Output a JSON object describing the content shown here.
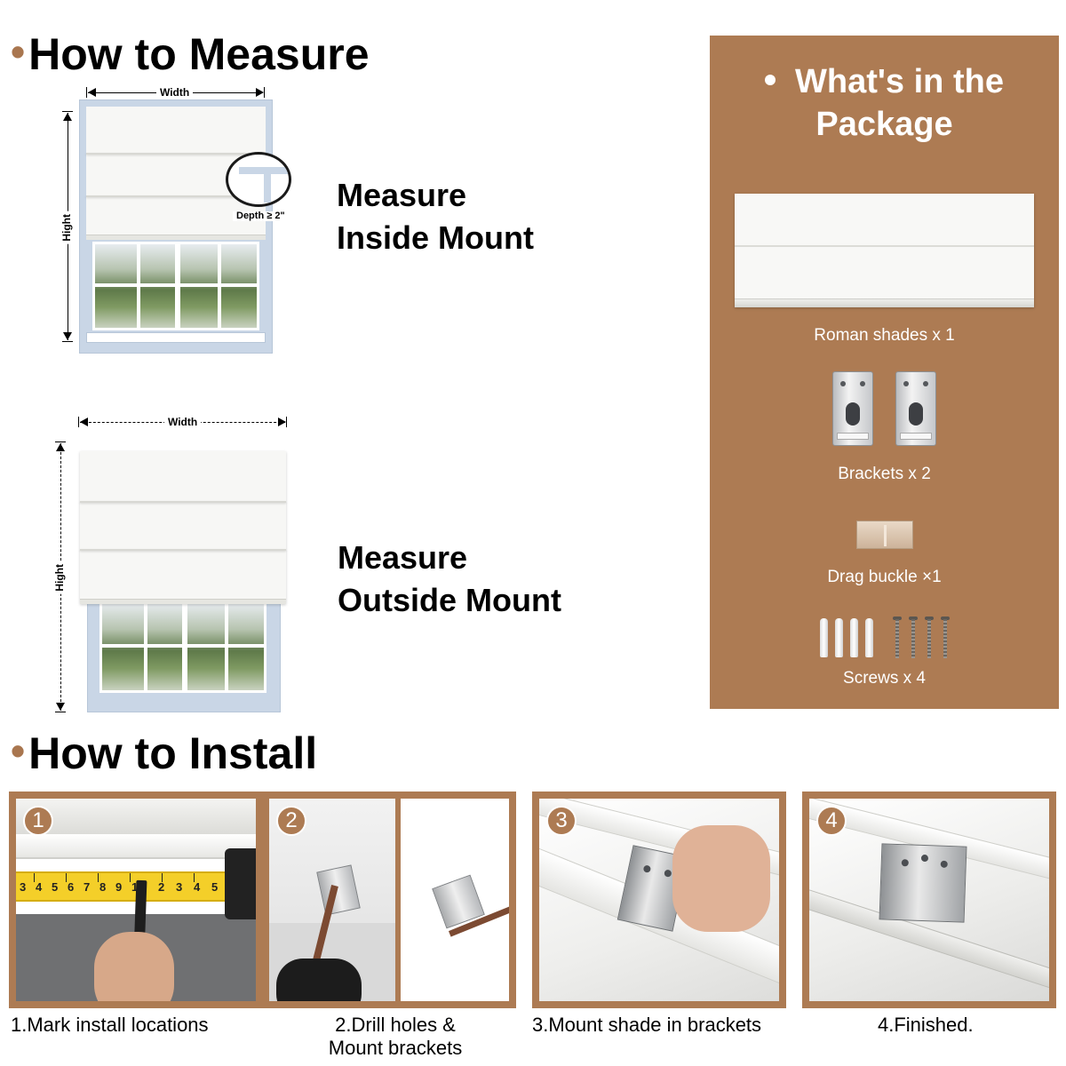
{
  "measure": {
    "title": "How to Measure",
    "inside": {
      "width_label": "Width",
      "height_label": "Hight",
      "depth_label": "Depth ≥ 2\"",
      "heading_line1": "Measure",
      "heading_line2": "Inside Mount"
    },
    "outside": {
      "width_label": "Width",
      "height_label": "Hight",
      "heading_line1": "Measure",
      "heading_line2": "Outside Mount"
    }
  },
  "package": {
    "title_line1": "What's in the",
    "title_line2": "Package",
    "items": [
      {
        "label": "Roman shades x 1",
        "icon": "roman-shade-icon"
      },
      {
        "label": "Brackets x 2",
        "icon": "bracket-icon"
      },
      {
        "label": "Drag buckle ×1",
        "icon": "drag-buckle-icon"
      },
      {
        "label": "Screws x 4",
        "icon": "screws-icon"
      }
    ]
  },
  "install": {
    "title": "How to Install",
    "steps": [
      {
        "num": "1",
        "caption": "1.Mark install locations"
      },
      {
        "num": "2",
        "caption_line1": "2.Drill holes &",
        "caption_line2": "Mount brackets"
      },
      {
        "num": "3",
        "caption": "3.Mount shade in brackets"
      },
      {
        "num": "4",
        "caption": "4.Finished."
      }
    ],
    "tape_numbers": [
      "3",
      "4",
      "5",
      "6",
      "7",
      "8",
      "9",
      "1",
      "2",
      "3",
      "4",
      "5"
    ]
  },
  "colors": {
    "accent": "#ad7b53",
    "text": "#000000",
    "panel_text": "#ffffff"
  }
}
